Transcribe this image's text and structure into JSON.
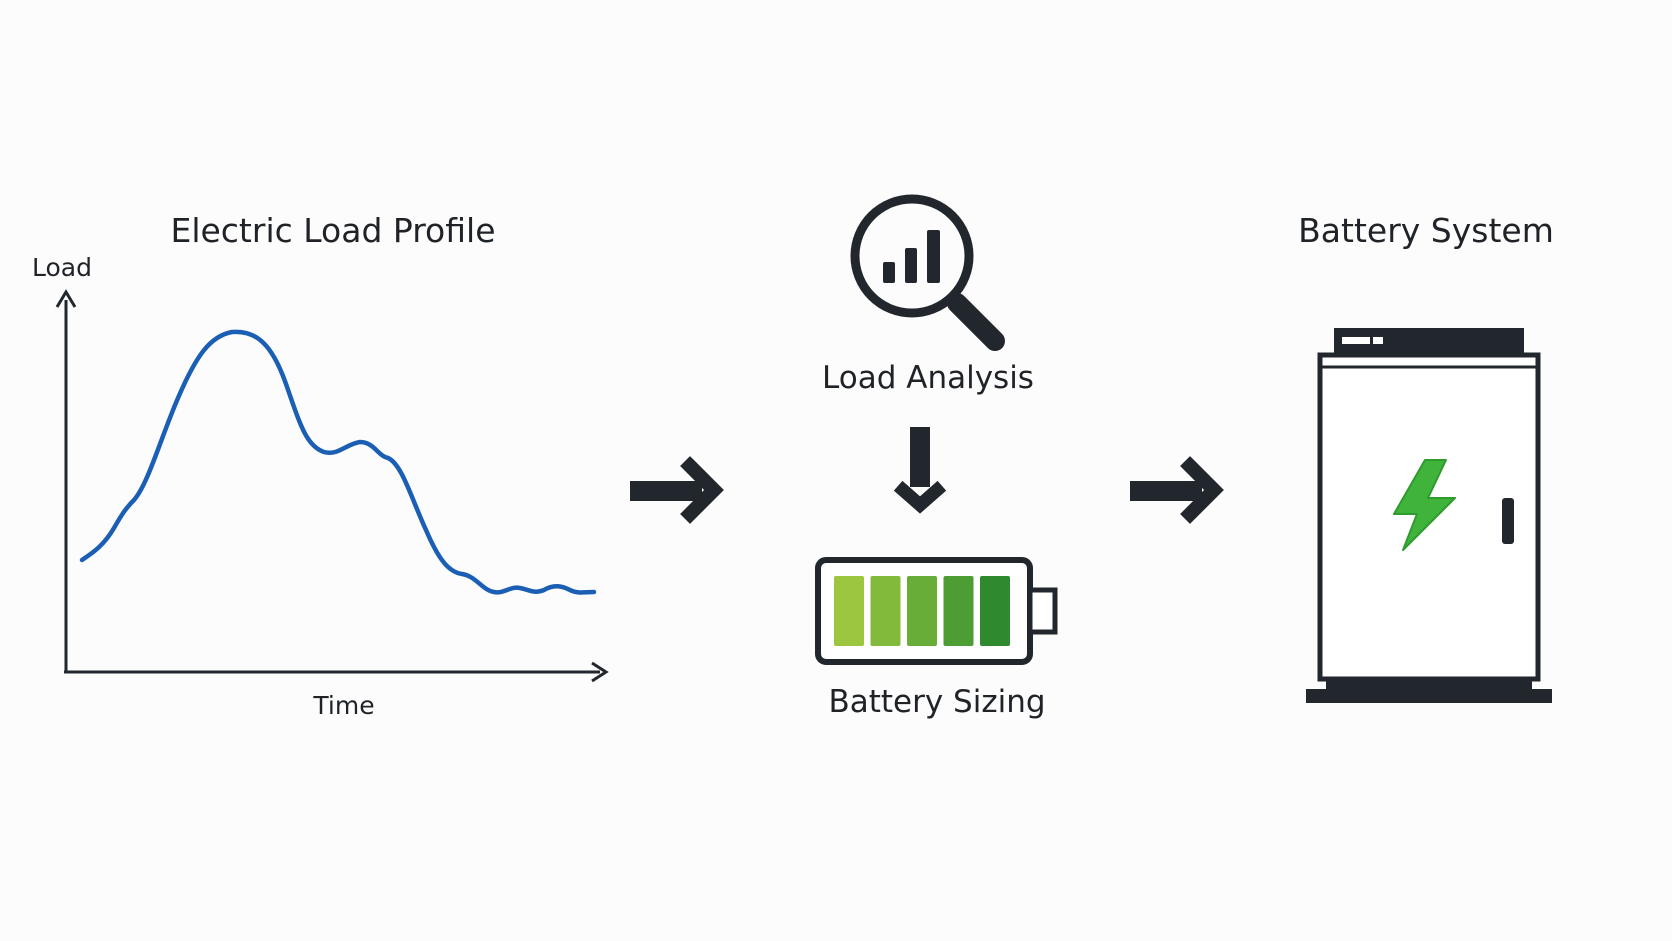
{
  "load_profile": {
    "title": "Electric Load Profile",
    "y_axis_label": "Load",
    "x_axis_label": "Time",
    "curve_color": "#1b5fb4"
  },
  "load_analysis": {
    "label": "Load Analysis",
    "icon": "magnifier-bar-chart-icon"
  },
  "battery_sizing": {
    "label": "Battery Sizing",
    "icon": "battery-level-icon",
    "level_segments": 5,
    "segment_colors": [
      "#9cc63f",
      "#82bb3c",
      "#68ad38",
      "#4c9e34",
      "#2f8a2f"
    ]
  },
  "battery_system": {
    "title": "Battery System",
    "icon": "battery-cabinet-icon",
    "bolt_color": "#3fb33a"
  },
  "colors": {
    "ink": "#22272e",
    "background": "#fcfcfc"
  }
}
